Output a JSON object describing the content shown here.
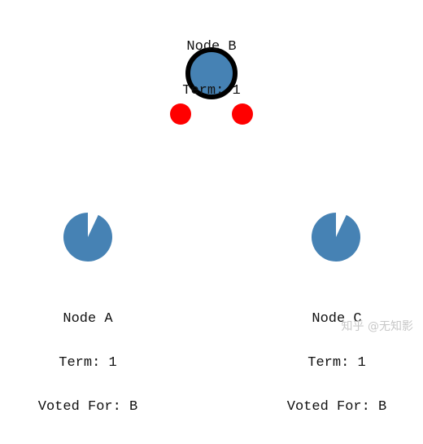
{
  "nodes": {
    "b": {
      "name": "Node B",
      "term": "Term: 1",
      "role": "leader",
      "fill": "#4682b4",
      "ring": "#000000"
    },
    "a": {
      "name": "Node A",
      "term": "Term: 1",
      "voted": "Voted For: B",
      "fill": "#4682b4",
      "election_timer_remaining_fraction": 0.93
    },
    "c": {
      "name": "Node C",
      "term": "Term: 1",
      "voted": "Voted For: B",
      "fill": "#4682b4",
      "election_timer_remaining_fraction": 0.93
    }
  },
  "messages": {
    "count": 2,
    "color": "#ff0000"
  },
  "watermark": "知乎 @无知影"
}
